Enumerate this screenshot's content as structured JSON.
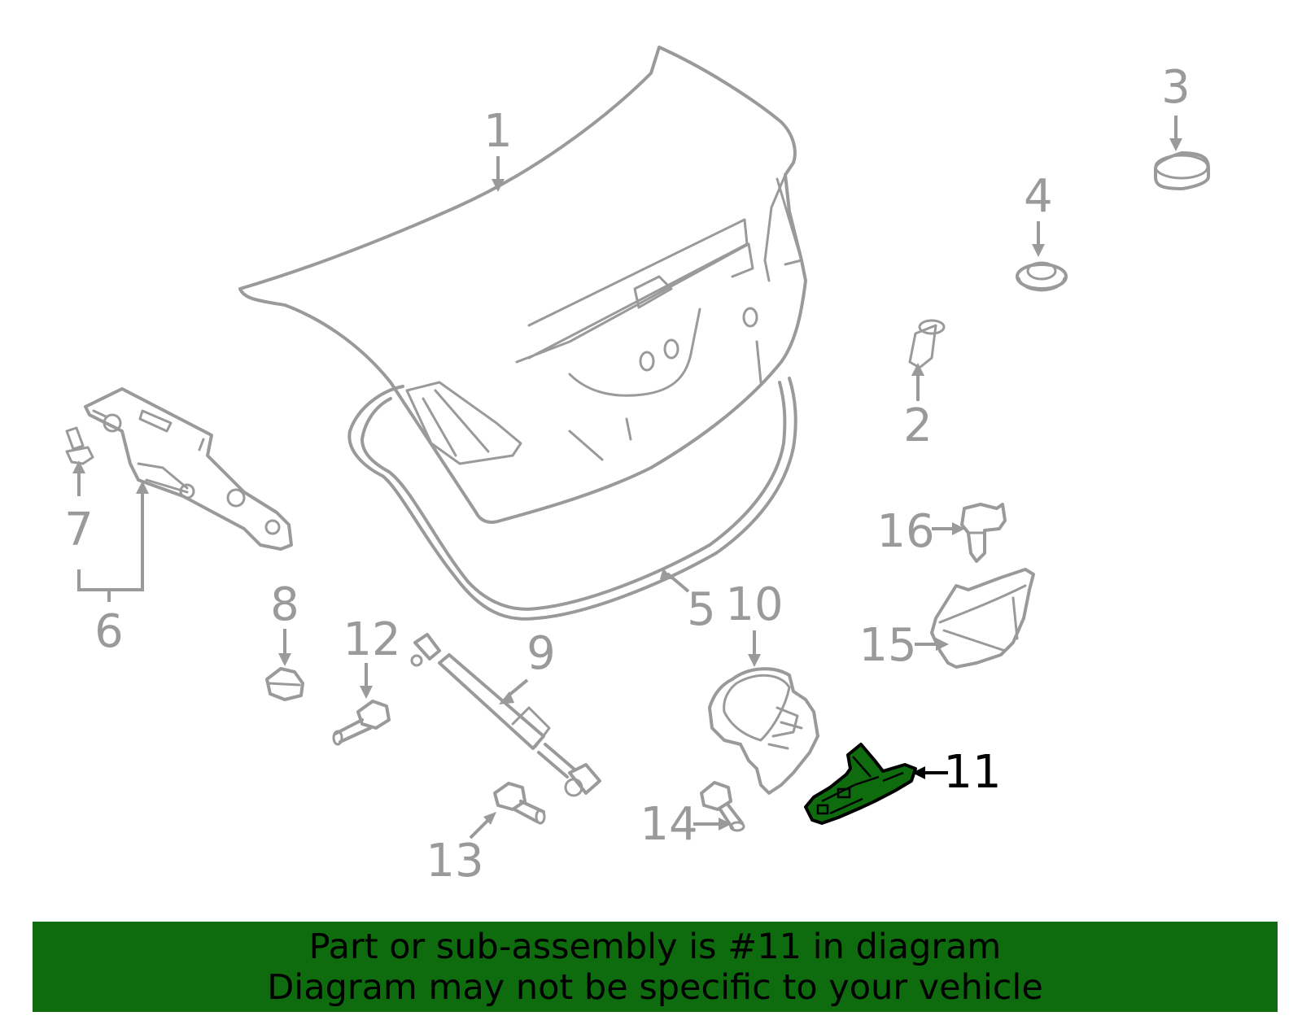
{
  "callouts": [
    {
      "id": "1",
      "label": "1"
    },
    {
      "id": "2",
      "label": "2"
    },
    {
      "id": "3",
      "label": "3"
    },
    {
      "id": "4",
      "label": "4"
    },
    {
      "id": "5",
      "label": "5"
    },
    {
      "id": "6",
      "label": "6"
    },
    {
      "id": "7",
      "label": "7"
    },
    {
      "id": "8",
      "label": "8"
    },
    {
      "id": "9",
      "label": "9"
    },
    {
      "id": "10",
      "label": "10"
    },
    {
      "id": "11",
      "label": "11",
      "highlighted": true
    },
    {
      "id": "12",
      "label": "12"
    },
    {
      "id": "13",
      "label": "13"
    },
    {
      "id": "14",
      "label": "14"
    },
    {
      "id": "15",
      "label": "15"
    },
    {
      "id": "16",
      "label": "16"
    }
  ],
  "banner": {
    "line1": "Part or sub-assembly is #11 in diagram",
    "line2": "Diagram may not be specific to your vehicle"
  },
  "colors": {
    "line_art": "#9a9a9a",
    "highlight": "#0e6b0e",
    "banner_bg": "#0e6b0e",
    "text_highlight": "#000000"
  }
}
